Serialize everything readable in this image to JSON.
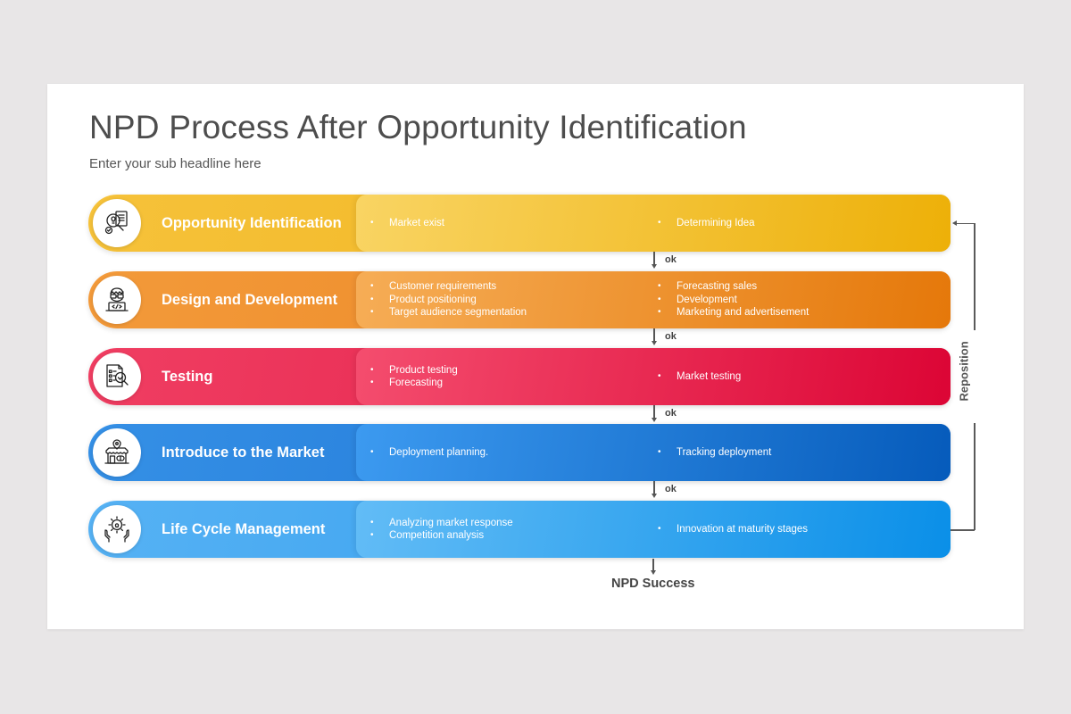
{
  "header": {
    "title": "NPD Process After Opportunity Identification",
    "subtitle": "Enter your sub headline here"
  },
  "stages": [
    {
      "label": "Opportunity Identification",
      "icon": "idea-search-icon",
      "colors": {
        "pill_start": "#f6c23a",
        "pill_end": "#eeb21a",
        "content_start": "#f9d463",
        "content_end": "#edb008"
      },
      "left_items": [
        "Market exist"
      ],
      "right_items": [
        "Determining Idea"
      ]
    },
    {
      "label": "Design and Development",
      "icon": "developer-icon",
      "colors": {
        "pill_start": "#f39a3a",
        "pill_end": "#ea8220",
        "content_start": "#f6ad56",
        "content_end": "#e5780a"
      },
      "left_items": [
        "Customer requirements",
        "Product positioning",
        "Target audience segmentation"
      ],
      "right_items": [
        "Forecasting sales",
        "Development",
        "Marketing and advertisement"
      ]
    },
    {
      "label": "Testing",
      "icon": "document-check-icon",
      "colors": {
        "pill_start": "#f03e62",
        "pill_end": "#e01a45",
        "content_start": "#f44d6e",
        "content_end": "#dc0535"
      },
      "left_items": [
        "Product testing",
        "Forecasting"
      ],
      "right_items": [
        "Market testing"
      ]
    },
    {
      "label": "Introduce to the Market",
      "icon": "store-location-icon",
      "colors": {
        "pill_start": "#3590e6",
        "pill_end": "#1a6fd0",
        "content_start": "#3c9af0",
        "content_end": "#065bbb"
      },
      "left_items": [
        "Deployment planning."
      ],
      "right_items": [
        "Tracking deployment"
      ]
    },
    {
      "label": "Life Cycle Management",
      "icon": "gear-hands-icon",
      "colors": {
        "pill_start": "#56b2f4",
        "pill_end": "#2a97ec",
        "content_start": "#62bcf6",
        "content_end": "#0a8fe8"
      },
      "left_items": [
        "Analyzing market response",
        "Competition analysis"
      ],
      "right_items": [
        "Innovation at maturity stages"
      ]
    }
  ],
  "connectors": {
    "ok_label": "ok",
    "final_label": "NPD Success",
    "loop_label": "Reposition"
  }
}
